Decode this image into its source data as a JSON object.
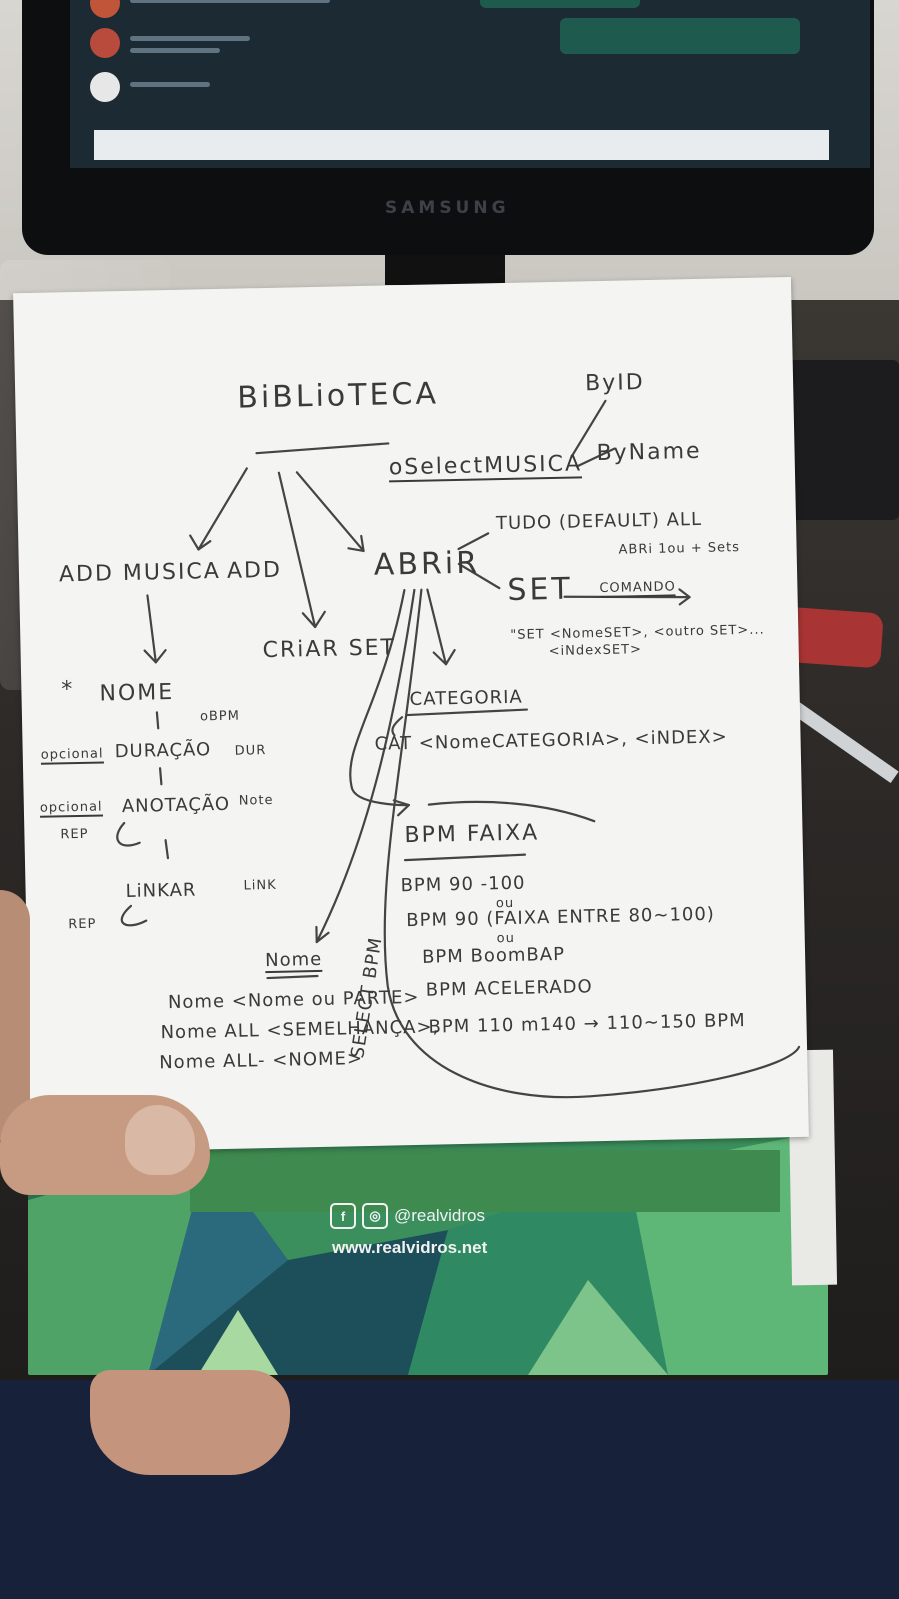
{
  "scene": {
    "monitor_brand": "SAMSUNG",
    "colors": {
      "paper": "#f4f4f2",
      "ink": "#3a3a3a",
      "pad_green": "#2e7a55"
    }
  },
  "notes": {
    "title": "BiBLioTECA",
    "select_musica": "oSelectMUSICA",
    "by_id": "ByID",
    "by_name": "ByName",
    "add_musica": "ADD MUSICA",
    "add": "ADD",
    "criar_set": "CRiAR SET",
    "abrir": "ABRiR",
    "tudo": "TUDO (DEFAULT) ALL",
    "abri_sets": "ABRi 1ou + Sets",
    "set": "SET",
    "comando": "COMANDO",
    "set_syntax_1": "\"SET <NomeSET>, <outro SET>...",
    "set_syntax_2": "<iNdexSET>",
    "star": "*",
    "nome_heading": "NOME",
    "bpm_small": "oBPM",
    "opcional_1": "opcional",
    "duracao": "DURAÇÃO",
    "dur": "DUR",
    "opcional_2": "opcional",
    "anotacao": "ANOTAÇÃO",
    "note": "Note",
    "rep_1": "REP",
    "linkar": "LiNKAR",
    "link": "LiNK",
    "rep_2": "REP",
    "categoria": "CATEGORIA",
    "cat_line": "CAT <NomeCATEGORIA>, <iNDEX>",
    "bpm_faixa": "BPM FAIXA",
    "bpm_line_1": "BPM 90 -100",
    "ou_1": "ou",
    "bpm_line_2": "BPM 90 (FAIXA ENTRE 80~100)",
    "ou_2": "ou",
    "bpm_line_3": "BPM BoomBAP",
    "bpm_line_4": "BPM ACELERADO",
    "bpm_line_5": "BPM 110 m140 → 110~150 BPM",
    "select_bpm": "SELECT BPM",
    "nome_section": "Nome",
    "nome_line_1": "Nome <Nome ou PARTE>",
    "nome_line_2": "Nome ALL <SEMELHANÇA>,",
    "nome_line_3": "Nome ALL- <NOME>"
  },
  "pad_footer": {
    "facebook_icon": "f",
    "instagram_icon": "◎",
    "handle": "@realvidros",
    "website": "www.realvidros.net"
  }
}
